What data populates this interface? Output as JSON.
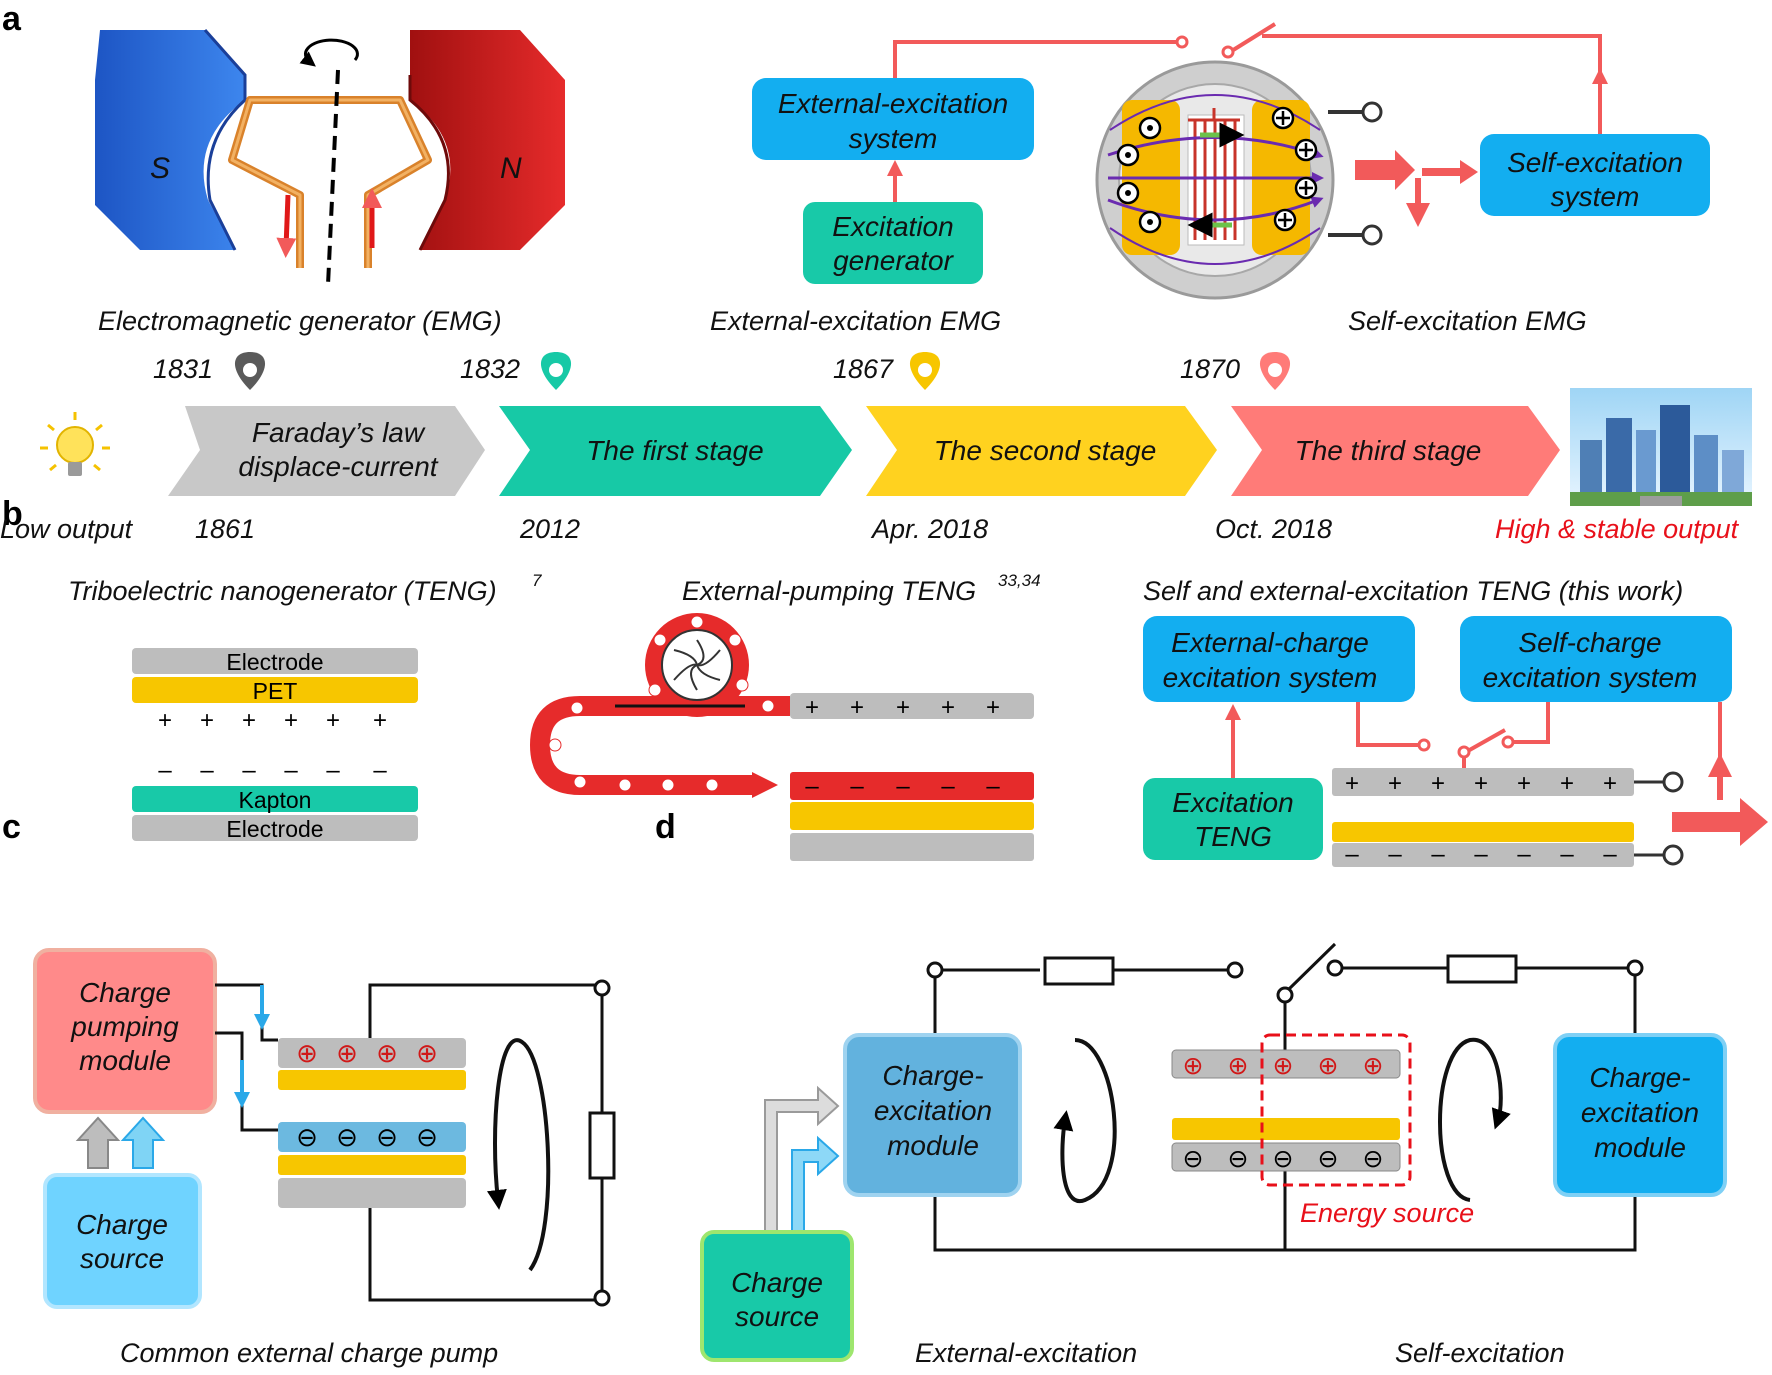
{
  "panels": {
    "a": "a",
    "b": "b",
    "c": "c",
    "d": "d"
  },
  "emg": {
    "magnet_s": "S",
    "magnet_n": "N",
    "caption": "Electromagnetic generator (EMG)",
    "colors": {
      "s_pole": "#2f6fd8",
      "n_pole": "#e02424"
    }
  },
  "external_emg": {
    "system_line1": "External-excitation",
    "system_line2": "system",
    "generator_line1": "Excitation",
    "generator_line2": "generator",
    "caption": "External-excitation EMG"
  },
  "self_emg": {
    "system_line1": "Self-excitation",
    "system_line2": "system",
    "caption": "Self-excitation EMG"
  },
  "timeline": {
    "start_label": "Low output",
    "end_label": "High & stable output",
    "stages": [
      {
        "year_top": "1831",
        "line1": "Faraday’s law",
        "line2": "displace-current",
        "year_bottom": "1861",
        "color": "#c8c8c8"
      },
      {
        "year_top": "1832",
        "line1": "The first stage",
        "line2": "",
        "year_bottom": "2012",
        "color": "#17c9a6"
      },
      {
        "year_top": "1867",
        "line1": "The second stage",
        "line2": "",
        "year_bottom": "Apr. 2018",
        "color": "#ffd21f"
      },
      {
        "year_top": "1870",
        "line1": "The third stage",
        "line2": "",
        "year_bottom": "Oct. 2018",
        "color": "#ff7b78"
      }
    ]
  },
  "teng": {
    "caption": "Triboelectric nanogenerator (TENG)",
    "caption_ref": "7",
    "layers": {
      "electrode_top": "Electrode",
      "pet": "PET",
      "kapton": "Kapton",
      "electrode_bottom": "Electrode"
    },
    "plus": "+",
    "minus": "–",
    "minus_charge": "−"
  },
  "pumping_teng": {
    "caption": "External-pumping TENG",
    "caption_ref": "33,34",
    "charge_symbol": "⊖"
  },
  "self_external_teng": {
    "caption": "Self and external-excitation TENG (this work)",
    "external_line1": "External-charge",
    "external_line2": "excitation system",
    "self_line1": "Self-charge",
    "self_line2": "excitation system",
    "excitation_line1": "Excitation",
    "excitation_line2": "TENG"
  },
  "charge_pump": {
    "pump_line1": "Charge",
    "pump_line2": "pumping",
    "pump_line3": "module",
    "source_line1": "Charge",
    "source_line2": "source",
    "caption": "Common external charge pump",
    "plus_charge": "⊕",
    "minus_charge": "⊖"
  },
  "circuit_d": {
    "left_module_line1": "Charge-",
    "left_module_line2": "excitation",
    "left_module_line3": "module",
    "right_module_line1": "Charge-",
    "right_module_line2": "excitation",
    "right_module_line3": "module",
    "source_line1": "Charge",
    "source_line2": "source",
    "energy_source": "Energy source",
    "caption_left": "External-excitation",
    "caption_right": "Self-excitation"
  },
  "colors": {
    "wire_red": "#f25a5a",
    "blue_box": "#13aef0",
    "teal_box": "#18c9a8",
    "gray_layer": "#bdbdbd",
    "yellow_layer": "#f7c600",
    "red_text": "#e8101a"
  }
}
